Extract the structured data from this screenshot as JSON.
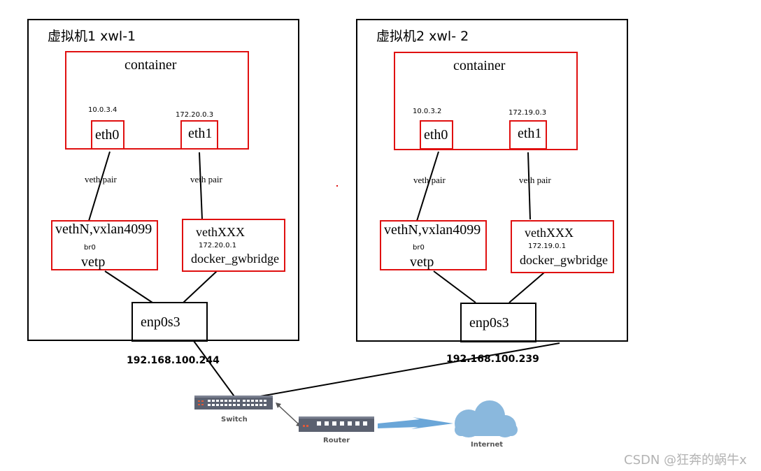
{
  "vm1": {
    "title": "虚拟机1  xwl-1",
    "container": {
      "label": "container",
      "eth0": {
        "name": "eth0",
        "ip": "10.0.3.4"
      },
      "eth1": {
        "name": "eth1",
        "ip": "172.20.0.3"
      }
    },
    "veth_left": "veth  pair",
    "veth_right": "veth  pair",
    "vxlan": {
      "line1": "vethN,vxlan4099",
      "br": "br0",
      "vetp": "vetp"
    },
    "gwbridge": {
      "line1": "vethXXX",
      "ip": "172.20.0.1",
      "name": "docker_gwbridge"
    },
    "nic": {
      "name": "enp0s3",
      "ip": "192.168.100.244"
    }
  },
  "vm2": {
    "title": "虚拟机2  xwl- 2",
    "container": {
      "label": "container",
      "eth0": {
        "name": "eth0",
        "ip": "10.0.3.2"
      },
      "eth1": {
        "name": "eth1",
        "ip": "172.19.0.3"
      }
    },
    "veth_left": "veth  pair",
    "veth_right": "veth  pair",
    "vxlan": {
      "line1": "vethN,vxlan4099",
      "br": "br0",
      "vetp": "vetp"
    },
    "gwbridge": {
      "line1": "vethXXX",
      "ip": "172.19.0.1",
      "name": "docker_gwbridge"
    },
    "nic": {
      "name": "enp0s3",
      "ip": "192.168.100.239"
    }
  },
  "network": {
    "switch": "Switch",
    "router": "Router",
    "internet": "Internet"
  },
  "watermark": "CSDN @狂奔的蜗牛x",
  "colors": {
    "border_red": "#e01010",
    "border_black": "#000000",
    "cloud": "#8ab8dd",
    "device": "#5b6170",
    "arrow": "#6aa6d8"
  }
}
